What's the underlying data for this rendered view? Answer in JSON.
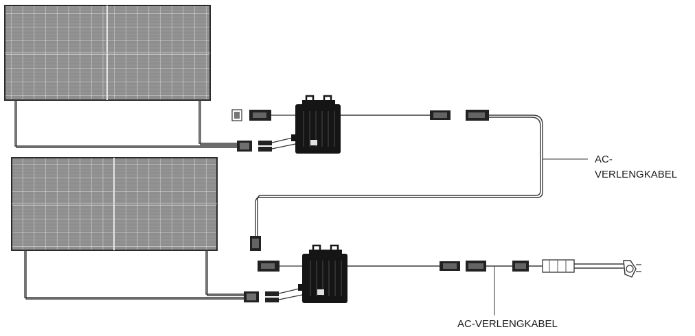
{
  "labels": {
    "right_line1": "AC-",
    "right_line2": "VERLENGKABEL",
    "bottom": "AC-VERLENGKABEL"
  },
  "colors": {
    "panel_fill": "#8e8e8e",
    "panel_grid": "#d8d8d8",
    "outline": "#2a2a2a",
    "inverter": "#151515"
  },
  "icons": [
    "solar-panel-icon",
    "microinverter-icon",
    "mc4-connector-icon",
    "ac-plug-icon",
    "end-cap-icon"
  ]
}
